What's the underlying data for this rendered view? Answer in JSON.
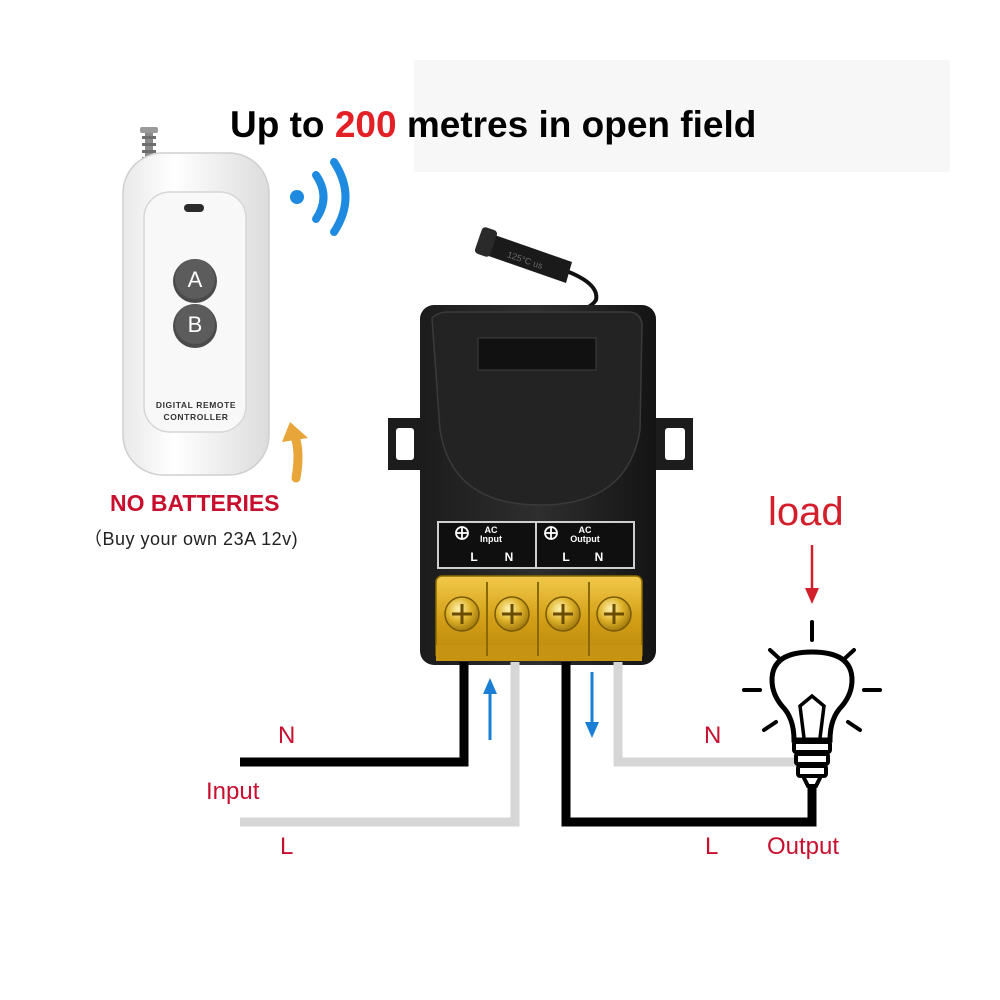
{
  "headline": {
    "prefix": "Up to ",
    "highlight": "200",
    "suffix": " metres in open field"
  },
  "remote": {
    "button_a": "A",
    "button_b": "B",
    "label_line1": "DIGITAL REMOTE",
    "label_line2": "CONTROLLER"
  },
  "battery_note": {
    "title": "NO BATTERIES",
    "detail": "（Buy your own 23A 12v)"
  },
  "module": {
    "antenna_print": "125°C us",
    "ac_input_line1": "AC",
    "ac_input_line2": "Input",
    "ac_output_line1": "AC",
    "ac_output_line2": "Output",
    "terminals": [
      "L",
      "N",
      "L",
      "N"
    ]
  },
  "load_label": "load",
  "wiring": {
    "input_n": "N",
    "input_label": "Input",
    "input_l": "L",
    "output_n": "N",
    "output_l": "L",
    "output_label": "Output"
  },
  "colors": {
    "accent_red": "#e32026",
    "label_red": "#c8102e",
    "signal_blue": "#1e8be0",
    "arrow_blue": "#1a7fd4",
    "arrow_gold": "#e8a53a",
    "terminal_gold": "#d7a91d",
    "wire_black": "#000000",
    "wire_gray": "#d6d6d6"
  },
  "icons": [
    "wifi-signal-icon",
    "curved-arrow-icon",
    "light-bulb-icon",
    "screw-terminal-icon"
  ]
}
